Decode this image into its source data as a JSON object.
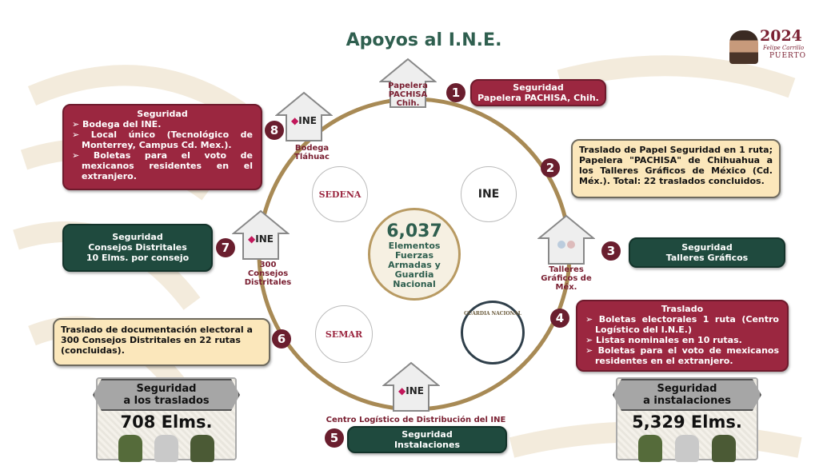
{
  "title": "Apoyos al I.N.E.",
  "logo": {
    "year": "2024",
    "name": "Felipe Carrillo",
    "surname": "PUERTO"
  },
  "center": {
    "count": "6,037",
    "line1": "Elementos",
    "line2": "Fuerzas",
    "line3": "Armadas y",
    "line4": "Guardia",
    "line5": "Nacional"
  },
  "orgs": {
    "sedena": "SEDENA",
    "ine": "INE",
    "semar": "SEMAR",
    "gn": "GUARDIA NACIONAL"
  },
  "steps": [
    {
      "num": "1",
      "place": "Papelera PACHISA Chih.",
      "title": "Seguridad",
      "text": "Papelera PACHISA, Chih."
    },
    {
      "num": "2",
      "text": "Traslado de Papel Seguridad en 1 ruta; Papelera \"PACHISA\" de Chihuahua a los Talleres Gráficos de México (Cd. Méx.). Total: 22 traslados concluidos."
    },
    {
      "num": "3",
      "place": "Talleres Gráficos de Méx.",
      "title": "Seguridad",
      "text": "Talleres Gráficos"
    },
    {
      "num": "4",
      "title": "Traslado",
      "items": [
        "Boletas electorales 1 ruta (Centro Logístico del I.N.E.)",
        "Listas nominales en 10 rutas.",
        "Boletas para el voto de mexicanos residentes en el extranjero."
      ]
    },
    {
      "num": "5",
      "place": "Centro Logístico de Distribución del INE",
      "title": "Seguridad",
      "text": "Instalaciones"
    },
    {
      "num": "6",
      "text": "Traslado de documentación electoral a 300 Consejos Distritales en 22 rutas (concluidas)."
    },
    {
      "num": "7",
      "place": "300 Consejos Distritales",
      "title": "Seguridad",
      "line2": "Consejos Distritales",
      "line3": "10 Elms. por consejo"
    },
    {
      "num": "8",
      "place": "Bodega Tláhuac",
      "title": "Seguridad",
      "items": [
        "Bodega del INE.",
        "Local único (Tecnológico de Monterrey, Campus Cd. Mex.).",
        "Boletas para el voto de mexicanos residentes en el extranjero."
      ]
    }
  ],
  "house_label": "INE",
  "stats": [
    {
      "line1": "Seguridad",
      "line2": "a los traslados",
      "value": "708 Elms."
    },
    {
      "line1": "Seguridad",
      "line2": "a instalaciones",
      "value": "5,329 Elms."
    }
  ]
}
